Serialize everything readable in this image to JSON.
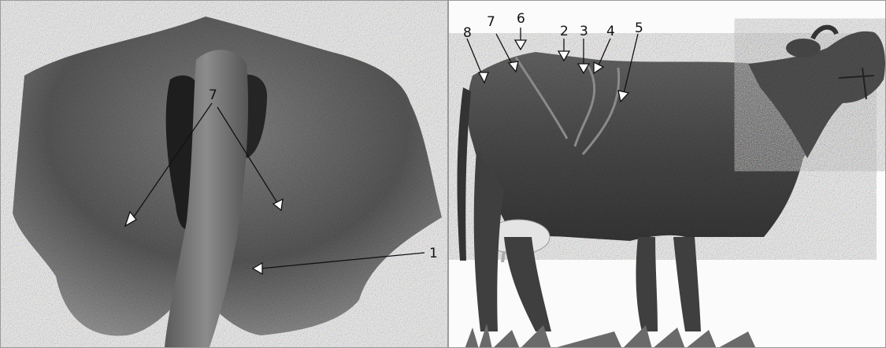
{
  "left_panel": {
    "labels": [
      {
        "id": "7",
        "text": "7"
      },
      {
        "id": "1",
        "text": "1"
      }
    ]
  },
  "right_panel": {
    "labels": [
      {
        "id": "8",
        "text": "8"
      },
      {
        "id": "7",
        "text": "7"
      },
      {
        "id": "6",
        "text": "6"
      },
      {
        "id": "2",
        "text": "2"
      },
      {
        "id": "3",
        "text": "3"
      },
      {
        "id": "4",
        "text": "4"
      },
      {
        "id": "5",
        "text": "5"
      }
    ]
  },
  "colors": {
    "ink": "#111111",
    "shade_dark": "#2b2b2b",
    "shade_mid": "#6e6e6e",
    "shade_light": "#a9a9a9",
    "paper": "#fbfbfb",
    "udder": "#e4e4e4"
  }
}
